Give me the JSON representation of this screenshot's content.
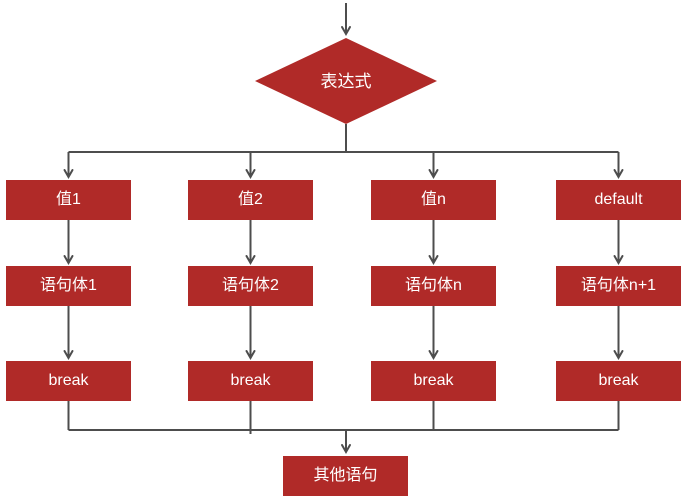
{
  "colors": {
    "node_fill": "#b02a28",
    "node_text": "#ffffff",
    "connector": "#4d4d4d",
    "background": "#ffffff"
  },
  "decision": {
    "label": "表达式"
  },
  "columns": [
    {
      "case": "值1",
      "body": "语句体1",
      "break": "break"
    },
    {
      "case": "值2",
      "body": "语句体2",
      "break": "break"
    },
    {
      "case": "值n",
      "body": "语句体n",
      "break": "break"
    },
    {
      "case": "default",
      "body": "语句体n+1",
      "break": "break"
    }
  ],
  "end": {
    "label": "其他语句"
  }
}
